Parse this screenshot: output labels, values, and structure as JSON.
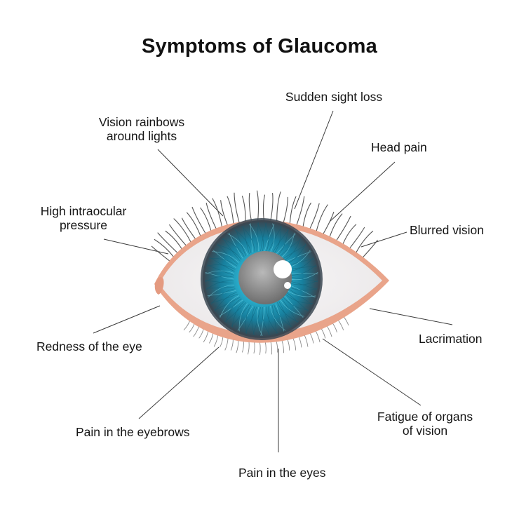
{
  "title": "Symptoms of Glaucoma",
  "labels": {
    "sudden_sight_loss": "Sudden sight loss",
    "vision_rainbows_line1": "Vision rainbows",
    "vision_rainbows_line2": "around lights",
    "head_pain": "Head pain",
    "high_iop_line1": "High intraocular",
    "high_iop_line2": "pressure",
    "blurred_vision": "Blurred vision",
    "lacrimation": "Lacrimation",
    "redness": "Redness of the eye",
    "fatigue_line1": "Fatigue of organs",
    "fatigue_line2": "of vision",
    "pain_eyebrows": "Pain in the eyebrows",
    "pain_eyes": "Pain in the eyes"
  },
  "colors": {
    "eyelid": "#e9a48a",
    "sclera": "#f3f1f2",
    "iris_outer": "#3a4a55",
    "iris_mid": "#1b98b6",
    "iris_light": "#49c3db",
    "pupil": "#8a8a8a",
    "lash": "#555555",
    "leader_line": "#3a3a3a"
  }
}
